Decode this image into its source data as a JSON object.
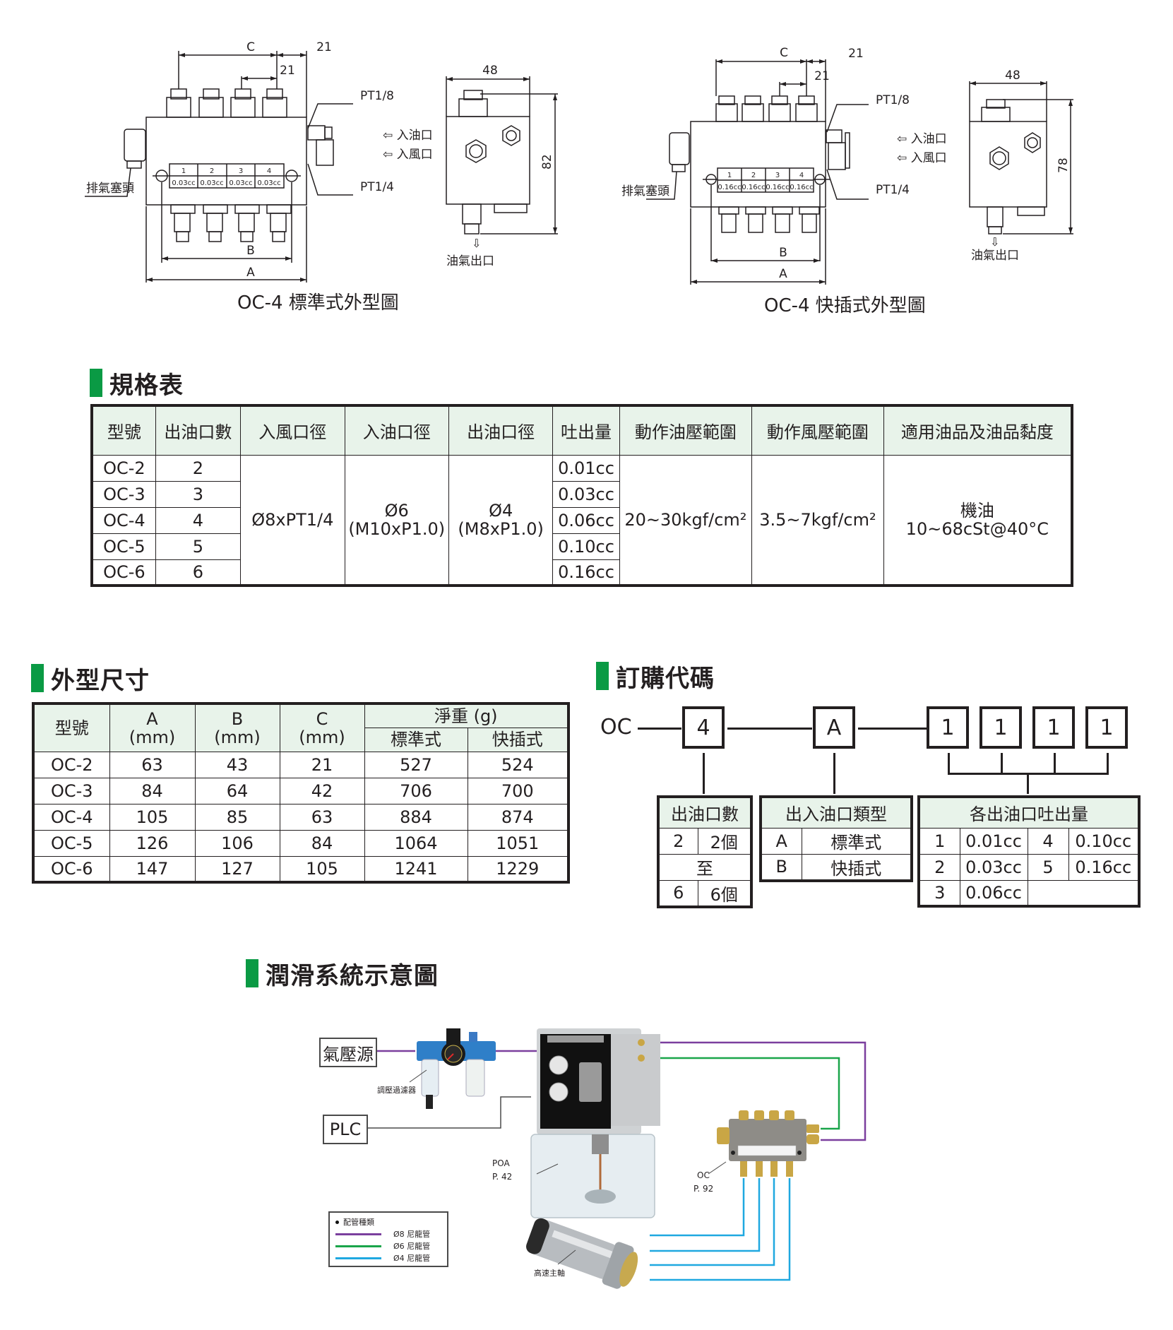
{
  "drawings": {
    "standard": {
      "caption": "OC-4 標準式外型圖",
      "dim_c": "C",
      "dim_21_top": "21",
      "dim_21_mid": "21",
      "dim_b": "B",
      "dim_a": "A",
      "pt18": "PT1/8",
      "pt14": "PT1/4",
      "oil_in": "⇦ 入油口",
      "air_in": "⇦ 入風口",
      "vent_plug": "排氣塞頭",
      "outlet_numbers": [
        "1",
        "2",
        "3",
        "4"
      ],
      "outlet_volumes": [
        "0.03cc",
        "0.03cc",
        "0.03cc",
        "0.03cc"
      ],
      "side_width": "48",
      "side_height": "82",
      "oil_air_out": "油氣出口"
    },
    "quick": {
      "caption": "OC-4 快插式外型圖",
      "dim_c": "C",
      "dim_21_top": "21",
      "dim_21_mid": "21",
      "dim_b": "B",
      "dim_a": "A",
      "pt18": "PT1/8",
      "pt14": "PT1/4",
      "oil_in": "⇦ 入油口",
      "air_in": "⇦ 入風口",
      "vent_plug": "排氣塞頭",
      "outlet_numbers": [
        "1",
        "2",
        "3",
        "4"
      ],
      "outlet_volumes": [
        "0.16cc",
        "0.16cc",
        "0.16cc",
        "0.16cc"
      ],
      "side_width": "48",
      "side_height": "78",
      "oil_air_out": "油氣出口"
    }
  },
  "spec": {
    "heading": "規格表",
    "headers": [
      "型號",
      "出油口數",
      "入風口徑",
      "入油口徑",
      "出油口徑",
      "吐出量",
      "動作油壓範圍",
      "動作風壓範圍",
      "適用油品及油品黏度"
    ],
    "rows": [
      {
        "model": "OC-2",
        "outlets": "2",
        "output": "0.01cc"
      },
      {
        "model": "OC-3",
        "outlets": "3",
        "output": "0.03cc"
      },
      {
        "model": "OC-4",
        "outlets": "4",
        "output": "0.06cc"
      },
      {
        "model": "OC-5",
        "outlets": "5",
        "output": "0.10cc"
      },
      {
        "model": "OC-6",
        "outlets": "6",
        "output": "0.16cc"
      }
    ],
    "air_inlet": "Ø8xPT1/4",
    "oil_inlet_line1": "Ø6",
    "oil_inlet_line2": "(M10xP1.0)",
    "oil_outlet_line1": "Ø4",
    "oil_outlet_line2": "(M8xP1.0)",
    "oil_pressure": "20~30kgf/cm²",
    "air_pressure": "3.5~7kgf/cm²",
    "oil_type_line1": "機油",
    "oil_type_line2": "10~68cSt@40°C"
  },
  "dims": {
    "heading": "外型尺寸",
    "h_model": "型號",
    "h_a": "A",
    "h_b": "B",
    "h_c": "C",
    "h_unit": "(mm)",
    "h_weight": "淨重 (g)",
    "h_standard": "標準式",
    "h_quick": "快插式",
    "rows": [
      {
        "model": "OC-2",
        "a": "63",
        "b": "43",
        "c": "21",
        "std": "527",
        "quick": "524"
      },
      {
        "model": "OC-3",
        "a": "84",
        "b": "64",
        "c": "42",
        "std": "706",
        "quick": "700"
      },
      {
        "model": "OC-4",
        "a": "105",
        "b": "85",
        "c": "63",
        "std": "884",
        "quick": "874"
      },
      {
        "model": "OC-5",
        "a": "126",
        "b": "106",
        "c": "84",
        "std": "1064",
        "quick": "1051"
      },
      {
        "model": "OC-6",
        "a": "147",
        "b": "127",
        "c": "105",
        "std": "1241",
        "quick": "1229"
      }
    ]
  },
  "order": {
    "heading": "訂購代碼",
    "prefix": "OC",
    "box_count": "4",
    "box_type": "A",
    "box_outlets": [
      "1",
      "1",
      "1",
      "1"
    ],
    "count_table": {
      "header": "出油口數",
      "r1_code": "2",
      "r1_val": "2個",
      "r2": "至",
      "r3_code": "6",
      "r3_val": "6個"
    },
    "type_table": {
      "header": "出入油口類型",
      "rows": [
        {
          "code": "A",
          "val": "標準式"
        },
        {
          "code": "B",
          "val": "快插式"
        }
      ]
    },
    "volume_table": {
      "header": "各出油口吐出量",
      "rows": [
        {
          "c1": "1",
          "v1": "0.01cc",
          "c2": "4",
          "v2": "0.10cc"
        },
        {
          "c1": "2",
          "v1": "0.03cc",
          "c2": "5",
          "v2": "0.16cc"
        },
        {
          "c1": "3",
          "v1": "0.06cc",
          "c2": "",
          "v2": ""
        }
      ]
    }
  },
  "system": {
    "heading": "潤滑系統示意圖",
    "air_source": "氣壓源",
    "plc": "PLC",
    "frl_label": "調壓過濾器",
    "poa_label": "POA",
    "poa_page": "P. 42",
    "oc_label": "OC",
    "oc_page": "P. 92",
    "spindle_label": "高速主軸",
    "legend_title": "配管種類",
    "legend": [
      {
        "label": "Ø8 尼龍管",
        "color": "#7b3f9e"
      },
      {
        "label": "Ø6 尼龍管",
        "color": "#1aa54a"
      },
      {
        "label": "Ø4 尼龍管",
        "color": "#1fa8e0"
      }
    ]
  }
}
